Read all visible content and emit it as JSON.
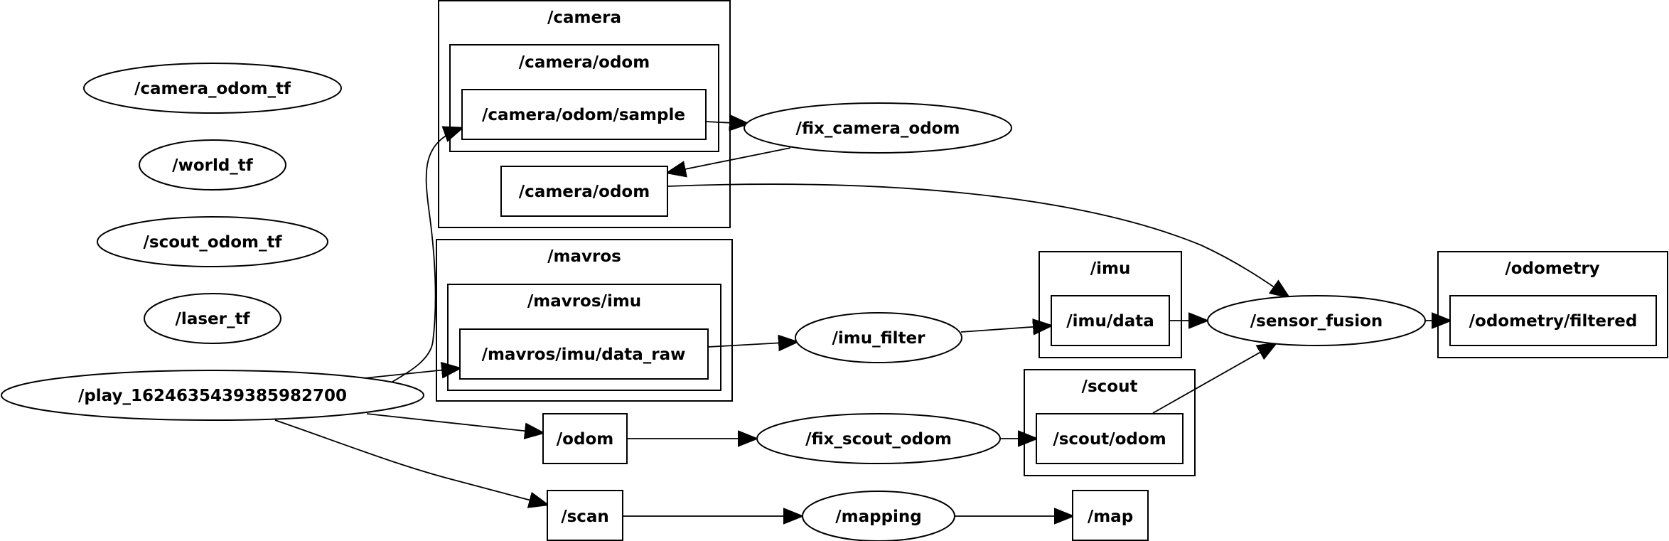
{
  "clusters": {
    "camera": "/camera",
    "camera_odom": "/camera/odom",
    "mavros": "/mavros",
    "mavros_imu": "/mavros/imu",
    "imu": "/imu",
    "scout": "/scout",
    "odometry": "/odometry"
  },
  "nodes": {
    "camera_odom_tf": "/camera_odom_tf",
    "world_tf": "/world_tf",
    "scout_odom_tf": "/scout_odom_tf",
    "laser_tf": "/laser_tf",
    "play": "/play_1624635439385982700",
    "fix_camera_odom": "/fix_camera_odom",
    "imu_filter": "/imu_filter",
    "fix_scout_odom": "/fix_scout_odom",
    "mapping": "/mapping",
    "sensor_fusion": "/sensor_fusion"
  },
  "topics": {
    "camera_odom_sample": "/camera/odom/sample",
    "camera_odom": "/camera/odom",
    "mavros_imu_data_raw": "/mavros/imu/data_raw",
    "imu_data": "/imu/data",
    "odom": "/odom",
    "scout_odom": "/scout/odom",
    "scan": "/scan",
    "map": "/map",
    "odometry_filtered": "/odometry/filtered"
  },
  "edges": [
    {
      "from": "/play_1624635439385982700",
      "to": "/camera/odom/sample"
    },
    {
      "from": "/play_1624635439385982700",
      "to": "/mavros/imu/data_raw"
    },
    {
      "from": "/play_1624635439385982700",
      "to": "/odom"
    },
    {
      "from": "/play_1624635439385982700",
      "to": "/scan"
    },
    {
      "from": "/camera/odom/sample",
      "to": "/fix_camera_odom"
    },
    {
      "from": "/fix_camera_odom",
      "to": "/camera/odom"
    },
    {
      "from": "/camera/odom",
      "to": "/sensor_fusion"
    },
    {
      "from": "/mavros/imu/data_raw",
      "to": "/imu_filter"
    },
    {
      "from": "/imu_filter",
      "to": "/imu/data"
    },
    {
      "from": "/imu/data",
      "to": "/sensor_fusion"
    },
    {
      "from": "/odom",
      "to": "/fix_scout_odom"
    },
    {
      "from": "/fix_scout_odom",
      "to": "/scout/odom"
    },
    {
      "from": "/scout/odom",
      "to": "/sensor_fusion"
    },
    {
      "from": "/scan",
      "to": "/mapping"
    },
    {
      "from": "/mapping",
      "to": "/map"
    },
    {
      "from": "/sensor_fusion",
      "to": "/odometry/filtered"
    }
  ]
}
